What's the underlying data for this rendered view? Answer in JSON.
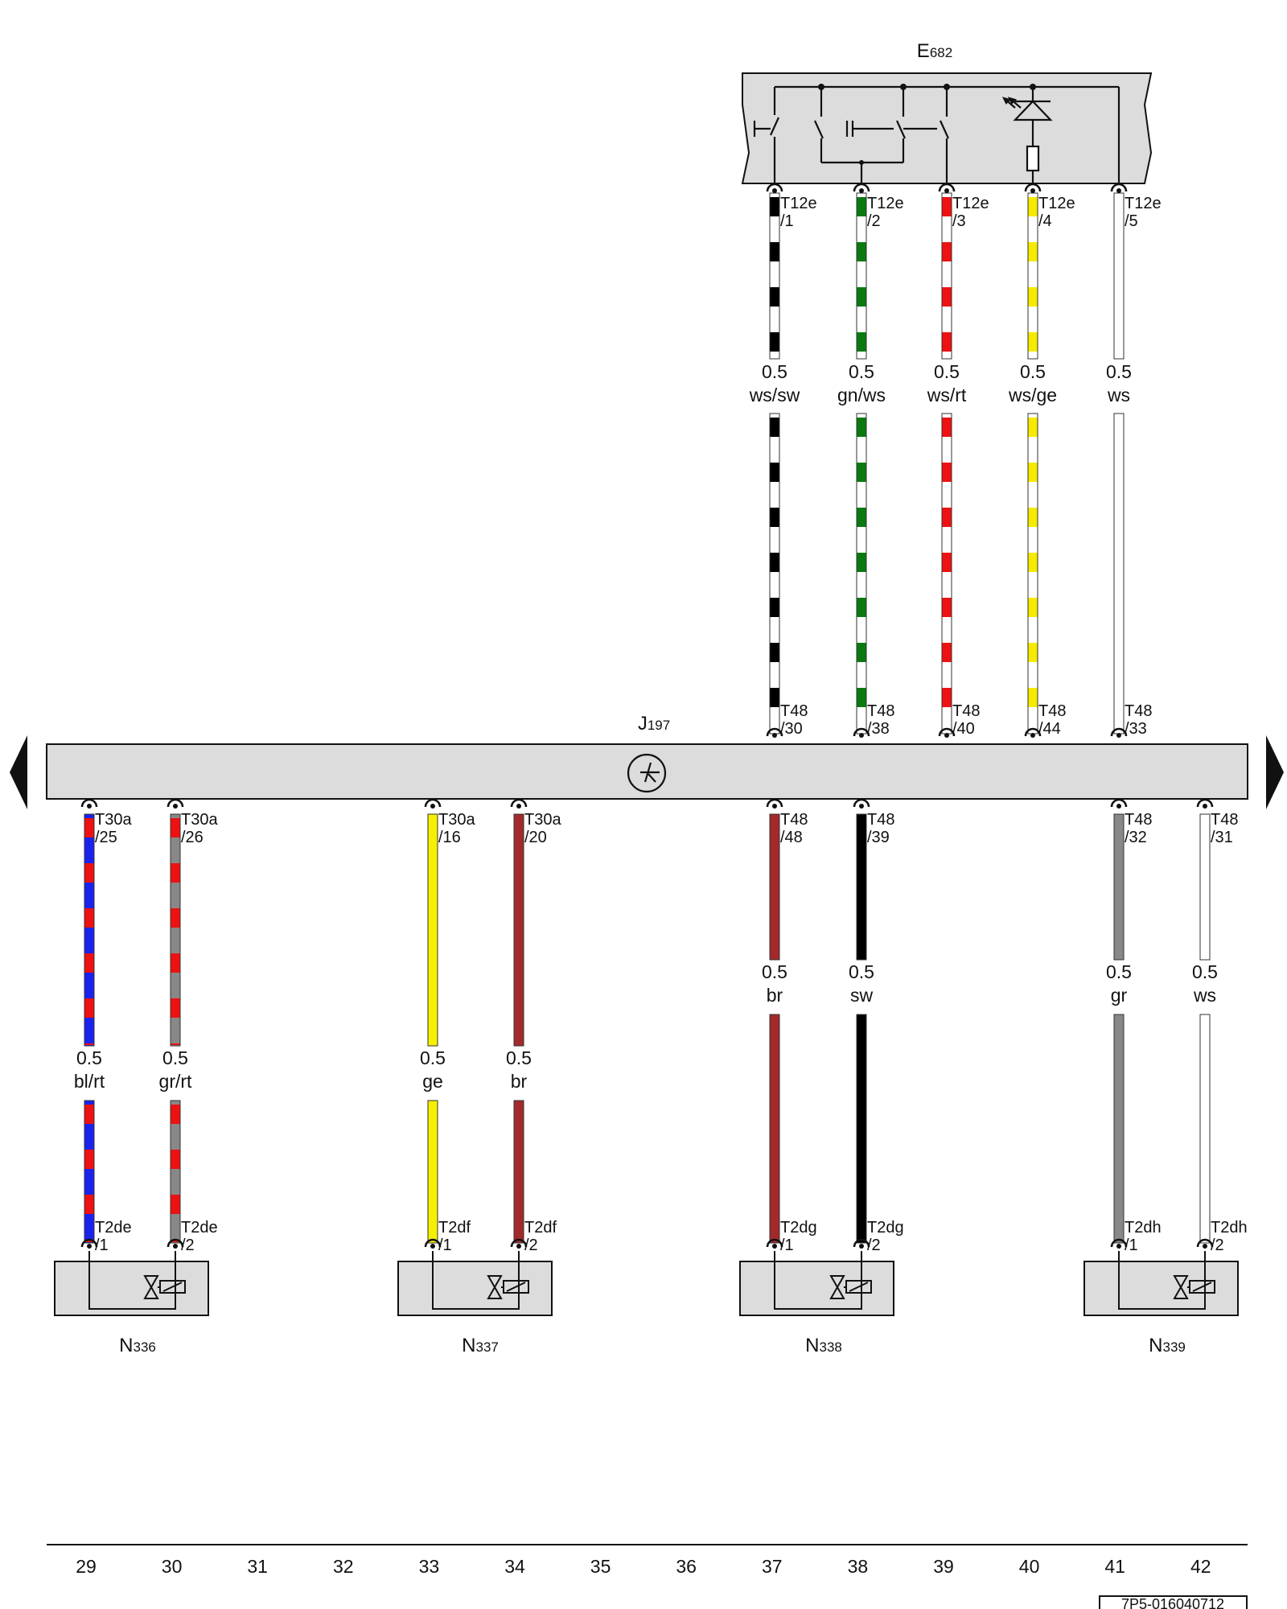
{
  "components": {
    "e682": {
      "prefix": "E",
      "num": "682"
    },
    "j197": {
      "prefix": "J",
      "num": "197"
    },
    "n336": {
      "prefix": "N",
      "num": "336"
    },
    "n337": {
      "prefix": "N",
      "num": "337"
    },
    "n338": {
      "prefix": "N",
      "num": "338"
    },
    "n339": {
      "prefix": "N",
      "num": "339"
    }
  },
  "wires_top": [
    {
      "pin_top": [
        "T12e",
        "/1"
      ],
      "pin_bottom": [
        "T48",
        "/30"
      ],
      "size": "0.5",
      "color": "ws/sw",
      "base": "#ffffff",
      "stripe": "#000000"
    },
    {
      "pin_top": [
        "T12e",
        "/2"
      ],
      "pin_bottom": [
        "T48",
        "/38"
      ],
      "size": "0.5",
      "color": "gn/ws",
      "base": "#ffffff",
      "stripe": "#0a7a10"
    },
    {
      "pin_top": [
        "T12e",
        "/3"
      ],
      "pin_bottom": [
        "T48",
        "/40"
      ],
      "size": "0.5",
      "color": "ws/rt",
      "base": "#ffffff",
      "stripe": "#ee1111"
    },
    {
      "pin_top": [
        "T12e",
        "/4"
      ],
      "pin_bottom": [
        "T48",
        "/44"
      ],
      "size": "0.5",
      "color": "ws/ge",
      "base": "#ffffff",
      "stripe": "#f5ea00"
    },
    {
      "pin_top": [
        "T12e",
        "/5"
      ],
      "pin_bottom": [
        "T48",
        "/33"
      ],
      "size": "0.5",
      "color": "ws",
      "base": "#ffffff",
      "stripe": ""
    }
  ],
  "wires_bottom": [
    {
      "pin_top": [
        "T30a",
        "/25"
      ],
      "pin_bottom": [
        "T2de",
        "/1"
      ],
      "size": "0.5",
      "color": "bl/rt",
      "base": "#1a22ee",
      "stripe": "#ee1111"
    },
    {
      "pin_top": [
        "T30a",
        "/26"
      ],
      "pin_bottom": [
        "T2de",
        "/2"
      ],
      "size": "0.5",
      "color": "gr/rt",
      "base": "#888888",
      "stripe": "#ee1111"
    },
    {
      "pin_top": [
        "T30a",
        "/16"
      ],
      "pin_bottom": [
        "T2df",
        "/1"
      ],
      "size": "0.5",
      "color": "ge",
      "base": "#f5f000",
      "stripe": ""
    },
    {
      "pin_top": [
        "T30a",
        "/20"
      ],
      "pin_bottom": [
        "T2df",
        "/2"
      ],
      "size": "0.5",
      "color": "br",
      "base": "#a32a2a",
      "stripe": ""
    },
    {
      "pin_top": [
        "T48",
        "/48"
      ],
      "pin_bottom": [
        "T2dg",
        "/1"
      ],
      "size": "0.5",
      "color": "br",
      "base": "#a32a2a",
      "stripe": ""
    },
    {
      "pin_top": [
        "T48",
        "/39"
      ],
      "pin_bottom": [
        "T2dg",
        "/2"
      ],
      "size": "0.5",
      "color": "sw",
      "base": "#000000",
      "stripe": ""
    },
    {
      "pin_top": [
        "T48",
        "/32"
      ],
      "pin_bottom": [
        "T2dh",
        "/1"
      ],
      "size": "0.5",
      "color": "gr",
      "base": "#888888",
      "stripe": ""
    },
    {
      "pin_top": [
        "T48",
        "/31"
      ],
      "pin_bottom": [
        "T2dh",
        "/2"
      ],
      "size": "0.5",
      "color": "ws",
      "base": "#ffffff",
      "stripe": ""
    }
  ],
  "columns": [
    "29",
    "30",
    "31",
    "32",
    "33",
    "34",
    "35",
    "36",
    "37",
    "38",
    "39",
    "40",
    "41",
    "42"
  ],
  "doc_id": "7P5-016040712"
}
